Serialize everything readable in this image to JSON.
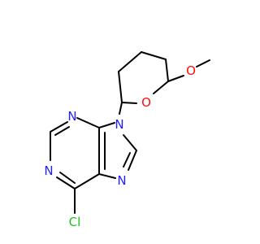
{
  "molecule": {
    "atoms": [
      {
        "id": "N1",
        "symbol": "N",
        "color": "#1f1fff"
      },
      {
        "id": "N3",
        "symbol": "N",
        "color": "#1f1fff"
      },
      {
        "id": "N7",
        "symbol": "N",
        "color": "#1f1fff"
      },
      {
        "id": "N9",
        "symbol": "N",
        "color": "#1f1fff"
      },
      {
        "id": "O_ring",
        "symbol": "O",
        "color": "#ff0d0d"
      },
      {
        "id": "O_methoxy",
        "symbol": "O",
        "color": "#ff0d0d"
      },
      {
        "id": "Cl",
        "symbol": "Cl",
        "color": "#1fbf1f"
      }
    ],
    "bond_color": "#000000"
  }
}
